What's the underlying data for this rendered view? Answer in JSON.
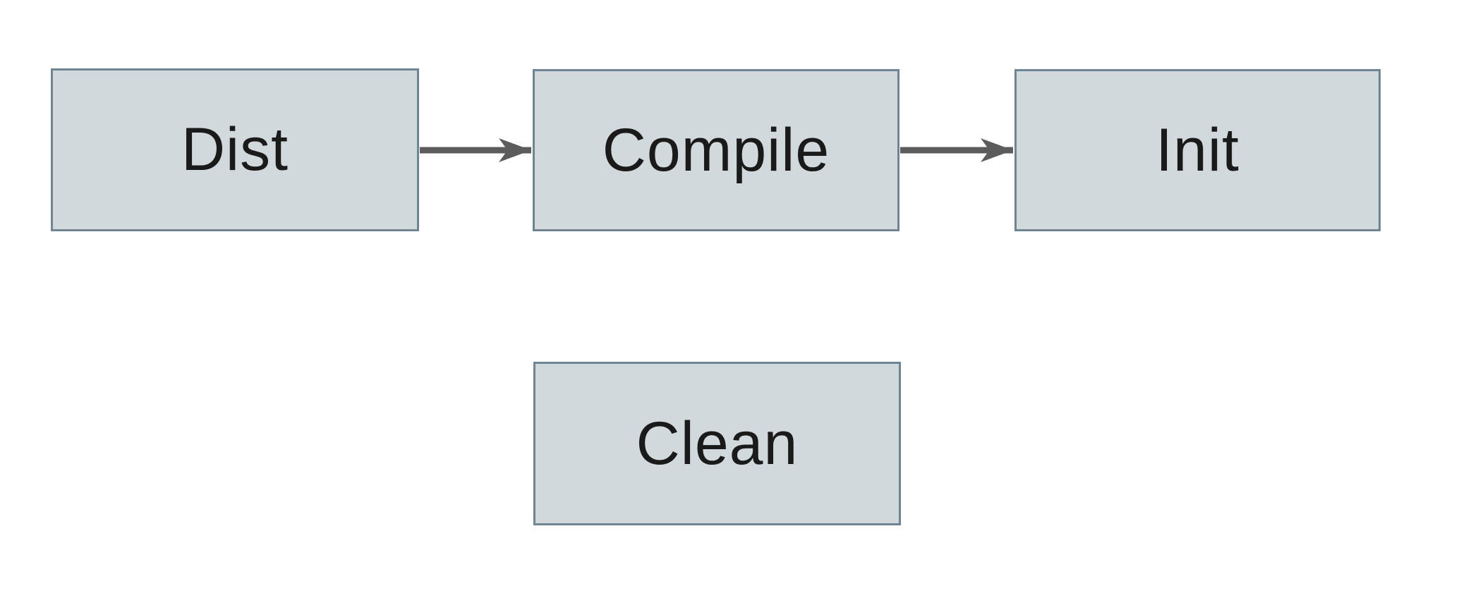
{
  "diagram": {
    "type": "flowchart",
    "nodes": [
      {
        "id": "dist",
        "label": "Dist"
      },
      {
        "id": "compile",
        "label": "Compile"
      },
      {
        "id": "init",
        "label": "Init"
      },
      {
        "id": "clean",
        "label": "Clean"
      }
    ],
    "edges": [
      {
        "from": "Dist",
        "to": "Compile",
        "style": "arrow-right"
      },
      {
        "from": "Compile",
        "to": "Init",
        "style": "arrow-right"
      }
    ],
    "colors": {
      "canvas_background": "#ffffff",
      "node_fill": "#d2d9dc",
      "node_border": "#6f8591",
      "arrow_color": "#5c5c5c",
      "text_color": "#1a1a1a"
    }
  }
}
